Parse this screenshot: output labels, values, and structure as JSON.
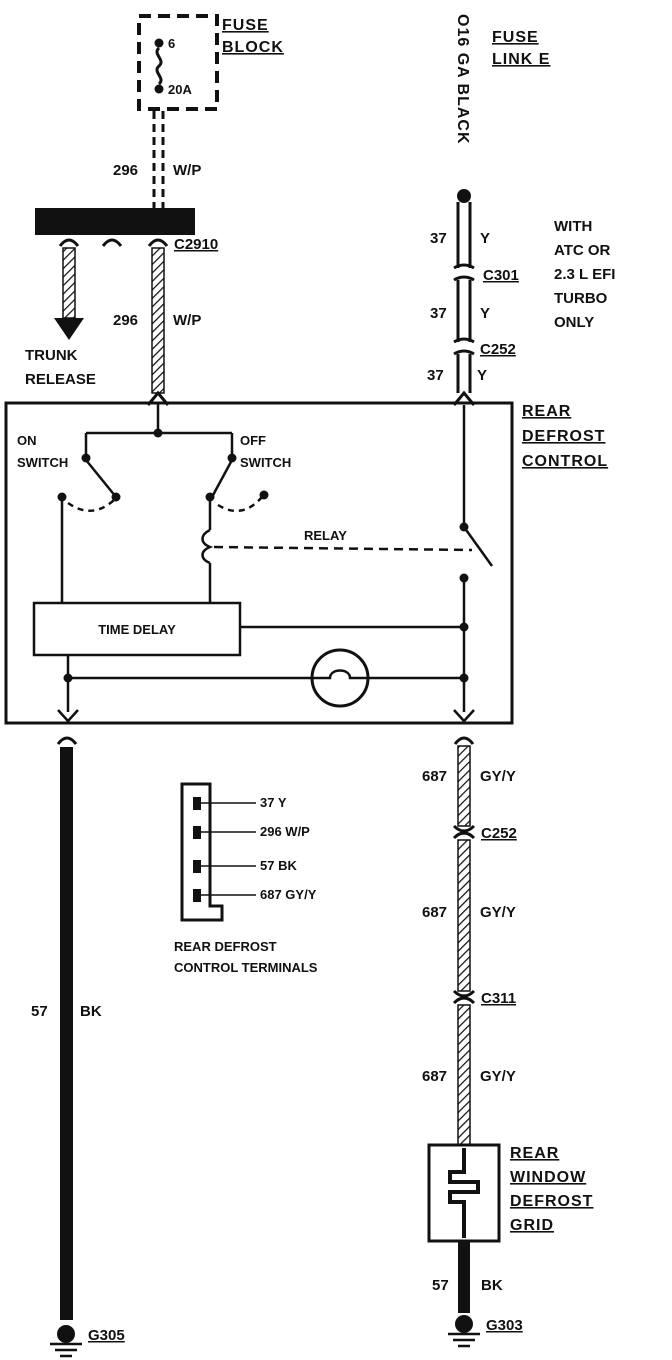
{
  "colors": {
    "ink": "#111111",
    "paper": "#ffffff"
  },
  "fuse_block": {
    "line1": "FUSE",
    "line2": "BLOCK",
    "number": "6",
    "rating": "20A"
  },
  "fuse_link": {
    "line1": "FUSE",
    "line2": "LINK E",
    "wire": "O16 GA BLACK"
  },
  "wires": {
    "w296_top": {
      "num": "296",
      "color": "W/P"
    },
    "w296_mid": {
      "num": "296",
      "color": "W/P"
    },
    "w37_a": {
      "num": "37",
      "color": "Y"
    },
    "w37_b": {
      "num": "37",
      "color": "Y"
    },
    "w37_c": {
      "num": "37",
      "color": "Y"
    },
    "w687_a": {
      "num": "687",
      "color": "GY/Y"
    },
    "w687_b": {
      "num": "687",
      "color": "GY/Y"
    },
    "w687_c": {
      "num": "687",
      "color": "GY/Y"
    },
    "w57_left": {
      "num": "57",
      "color": "BK"
    },
    "w57_right": {
      "num": "57",
      "color": "BK"
    }
  },
  "connectors": {
    "c2910": "C2910",
    "c301": "C301",
    "c252_top": "C252",
    "c252_bottom": "C252",
    "c311": "C311"
  },
  "trunk_release": {
    "line1": "TRUNK",
    "line2": "RELEASE"
  },
  "note": {
    "line1": "WITH",
    "line2": "ATC OR",
    "line3": "2.3 L EFI",
    "line4": "TURBO",
    "line5": "ONLY"
  },
  "control": {
    "line1": "REAR",
    "line2": "DEFROST",
    "line3": "CONTROL"
  },
  "switches": {
    "on_line1": "ON",
    "on_line2": "SWITCH",
    "off_line1": "OFF",
    "off_line2": "SWITCH",
    "relay": "RELAY",
    "time_delay": "TIME DELAY"
  },
  "terminals": {
    "pins": [
      "37 Y",
      "296 W/P",
      "57 BK",
      "687 GY/Y"
    ],
    "caption_line1": "REAR DEFROST",
    "caption_line2": "CONTROL TERMINALS"
  },
  "grid": {
    "line1": "REAR",
    "line2": "WINDOW",
    "line3": "DEFROST",
    "line4": "GRID"
  },
  "grounds": {
    "left": "G305",
    "right": "G303"
  }
}
